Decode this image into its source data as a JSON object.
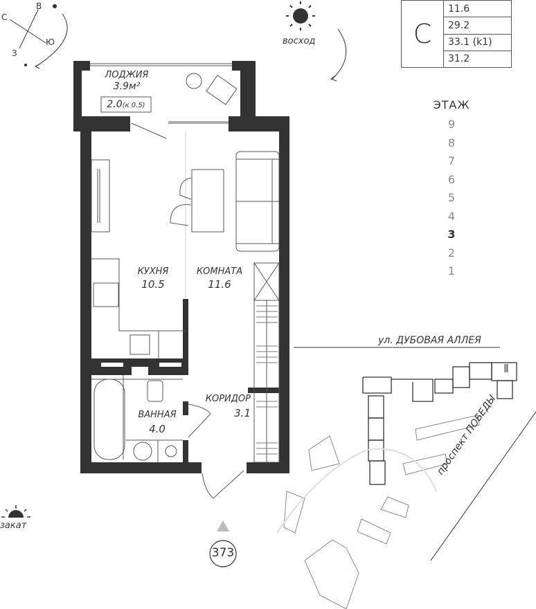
{
  "compass": {
    "north": "С",
    "east": "В",
    "south": "Ю",
    "west": "З"
  },
  "sunrise": {
    "label": "восход",
    "icon": "sun-icon"
  },
  "sunset": {
    "label": "закат",
    "icon": "sunset-icon"
  },
  "apartment_type": {
    "letter": "С",
    "values": [
      "11.6",
      "29.2",
      "33.1 (k1)",
      "31.2"
    ]
  },
  "floor_selector": {
    "title": "ЭТАЖ",
    "floors": [
      "9",
      "8",
      "7",
      "6",
      "5",
      "4",
      "3",
      "2",
      "1"
    ],
    "active": "3"
  },
  "rooms": {
    "loggia": {
      "name": "ЛОДЖИЯ",
      "area": "3.9м²",
      "coef": "2.0",
      "coef_note": "(к 0.5)"
    },
    "kitchen": {
      "name": "КУХНЯ",
      "area": "10.5"
    },
    "room": {
      "name": "КОМНАТА",
      "area": "11.6"
    },
    "bathroom": {
      "name": "ВАННАЯ",
      "area": "4.0"
    },
    "corridor": {
      "name": "КОРИДОР",
      "area": "3.1"
    }
  },
  "apartment_number": "373",
  "map": {
    "street_top": "ул. ДУБОВАЯ АЛЛЕЯ",
    "street_diag": "проспект ПОБЕДЫ"
  },
  "colors": {
    "wall": "#333333",
    "line": "#555555",
    "muted": "#888888",
    "highlight": "#999999"
  }
}
